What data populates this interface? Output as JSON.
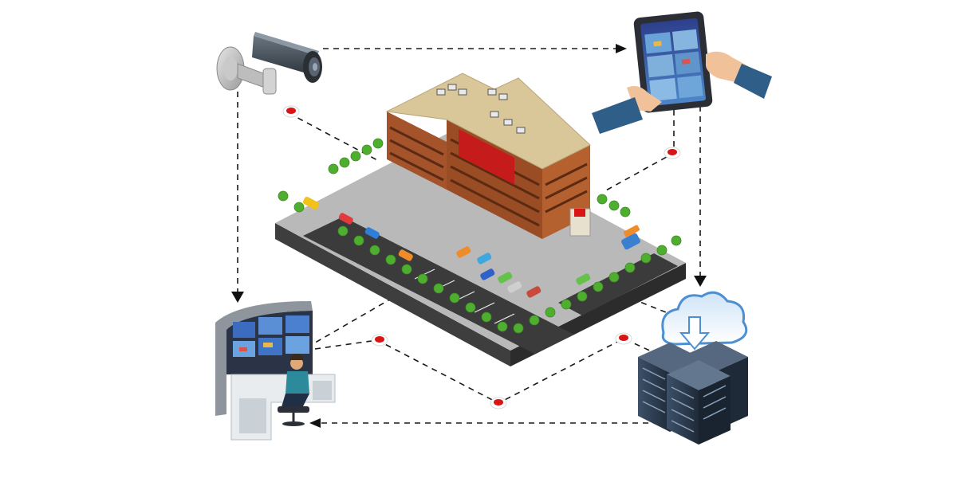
{
  "scene": {
    "nodes": [
      {
        "id": "cctv-camera",
        "icon": "cctv-camera-icon"
      },
      {
        "id": "tablet-viewer",
        "icon": "tablet-hands-icon"
      },
      {
        "id": "building",
        "icon": "shopping-mall-icon"
      },
      {
        "id": "monitoring-room",
        "icon": "control-room-operator-icon"
      },
      {
        "id": "cloud-servers",
        "icon": "cloud-server-rack-icon"
      }
    ],
    "connections": [
      {
        "from": "cctv-camera",
        "to": "tablet-viewer",
        "style": "dashed-arrow"
      },
      {
        "from": "cctv-camera",
        "to": "monitoring-room",
        "style": "dashed-arrow"
      },
      {
        "from": "tablet-viewer",
        "to": "cloud-servers",
        "style": "dashed-arrow"
      },
      {
        "from": "cloud-servers",
        "to": "monitoring-room",
        "style": "dashed-arrow"
      },
      {
        "from": "building",
        "to": "cctv-camera",
        "style": "dashed"
      },
      {
        "from": "building",
        "to": "tablet-viewer",
        "style": "dashed"
      },
      {
        "from": "building",
        "to": "monitoring-room",
        "style": "dashed"
      },
      {
        "from": "building",
        "to": "cloud-servers",
        "style": "dashed"
      },
      {
        "from": "monitoring-room",
        "to": "cloud-servers",
        "style": "dashed"
      }
    ],
    "colors": {
      "accent_red": "#d81414",
      "line": "#1a1a1a",
      "building_wall": "#b5602f",
      "building_roof": "#d9c79a",
      "ground": "#b9b9b9",
      "asphalt": "#3b3b3b",
      "tree": "#4fae2f",
      "server": "#2e3f52",
      "cloud": "#4d8fd0",
      "glove": "#2f5f88"
    }
  }
}
